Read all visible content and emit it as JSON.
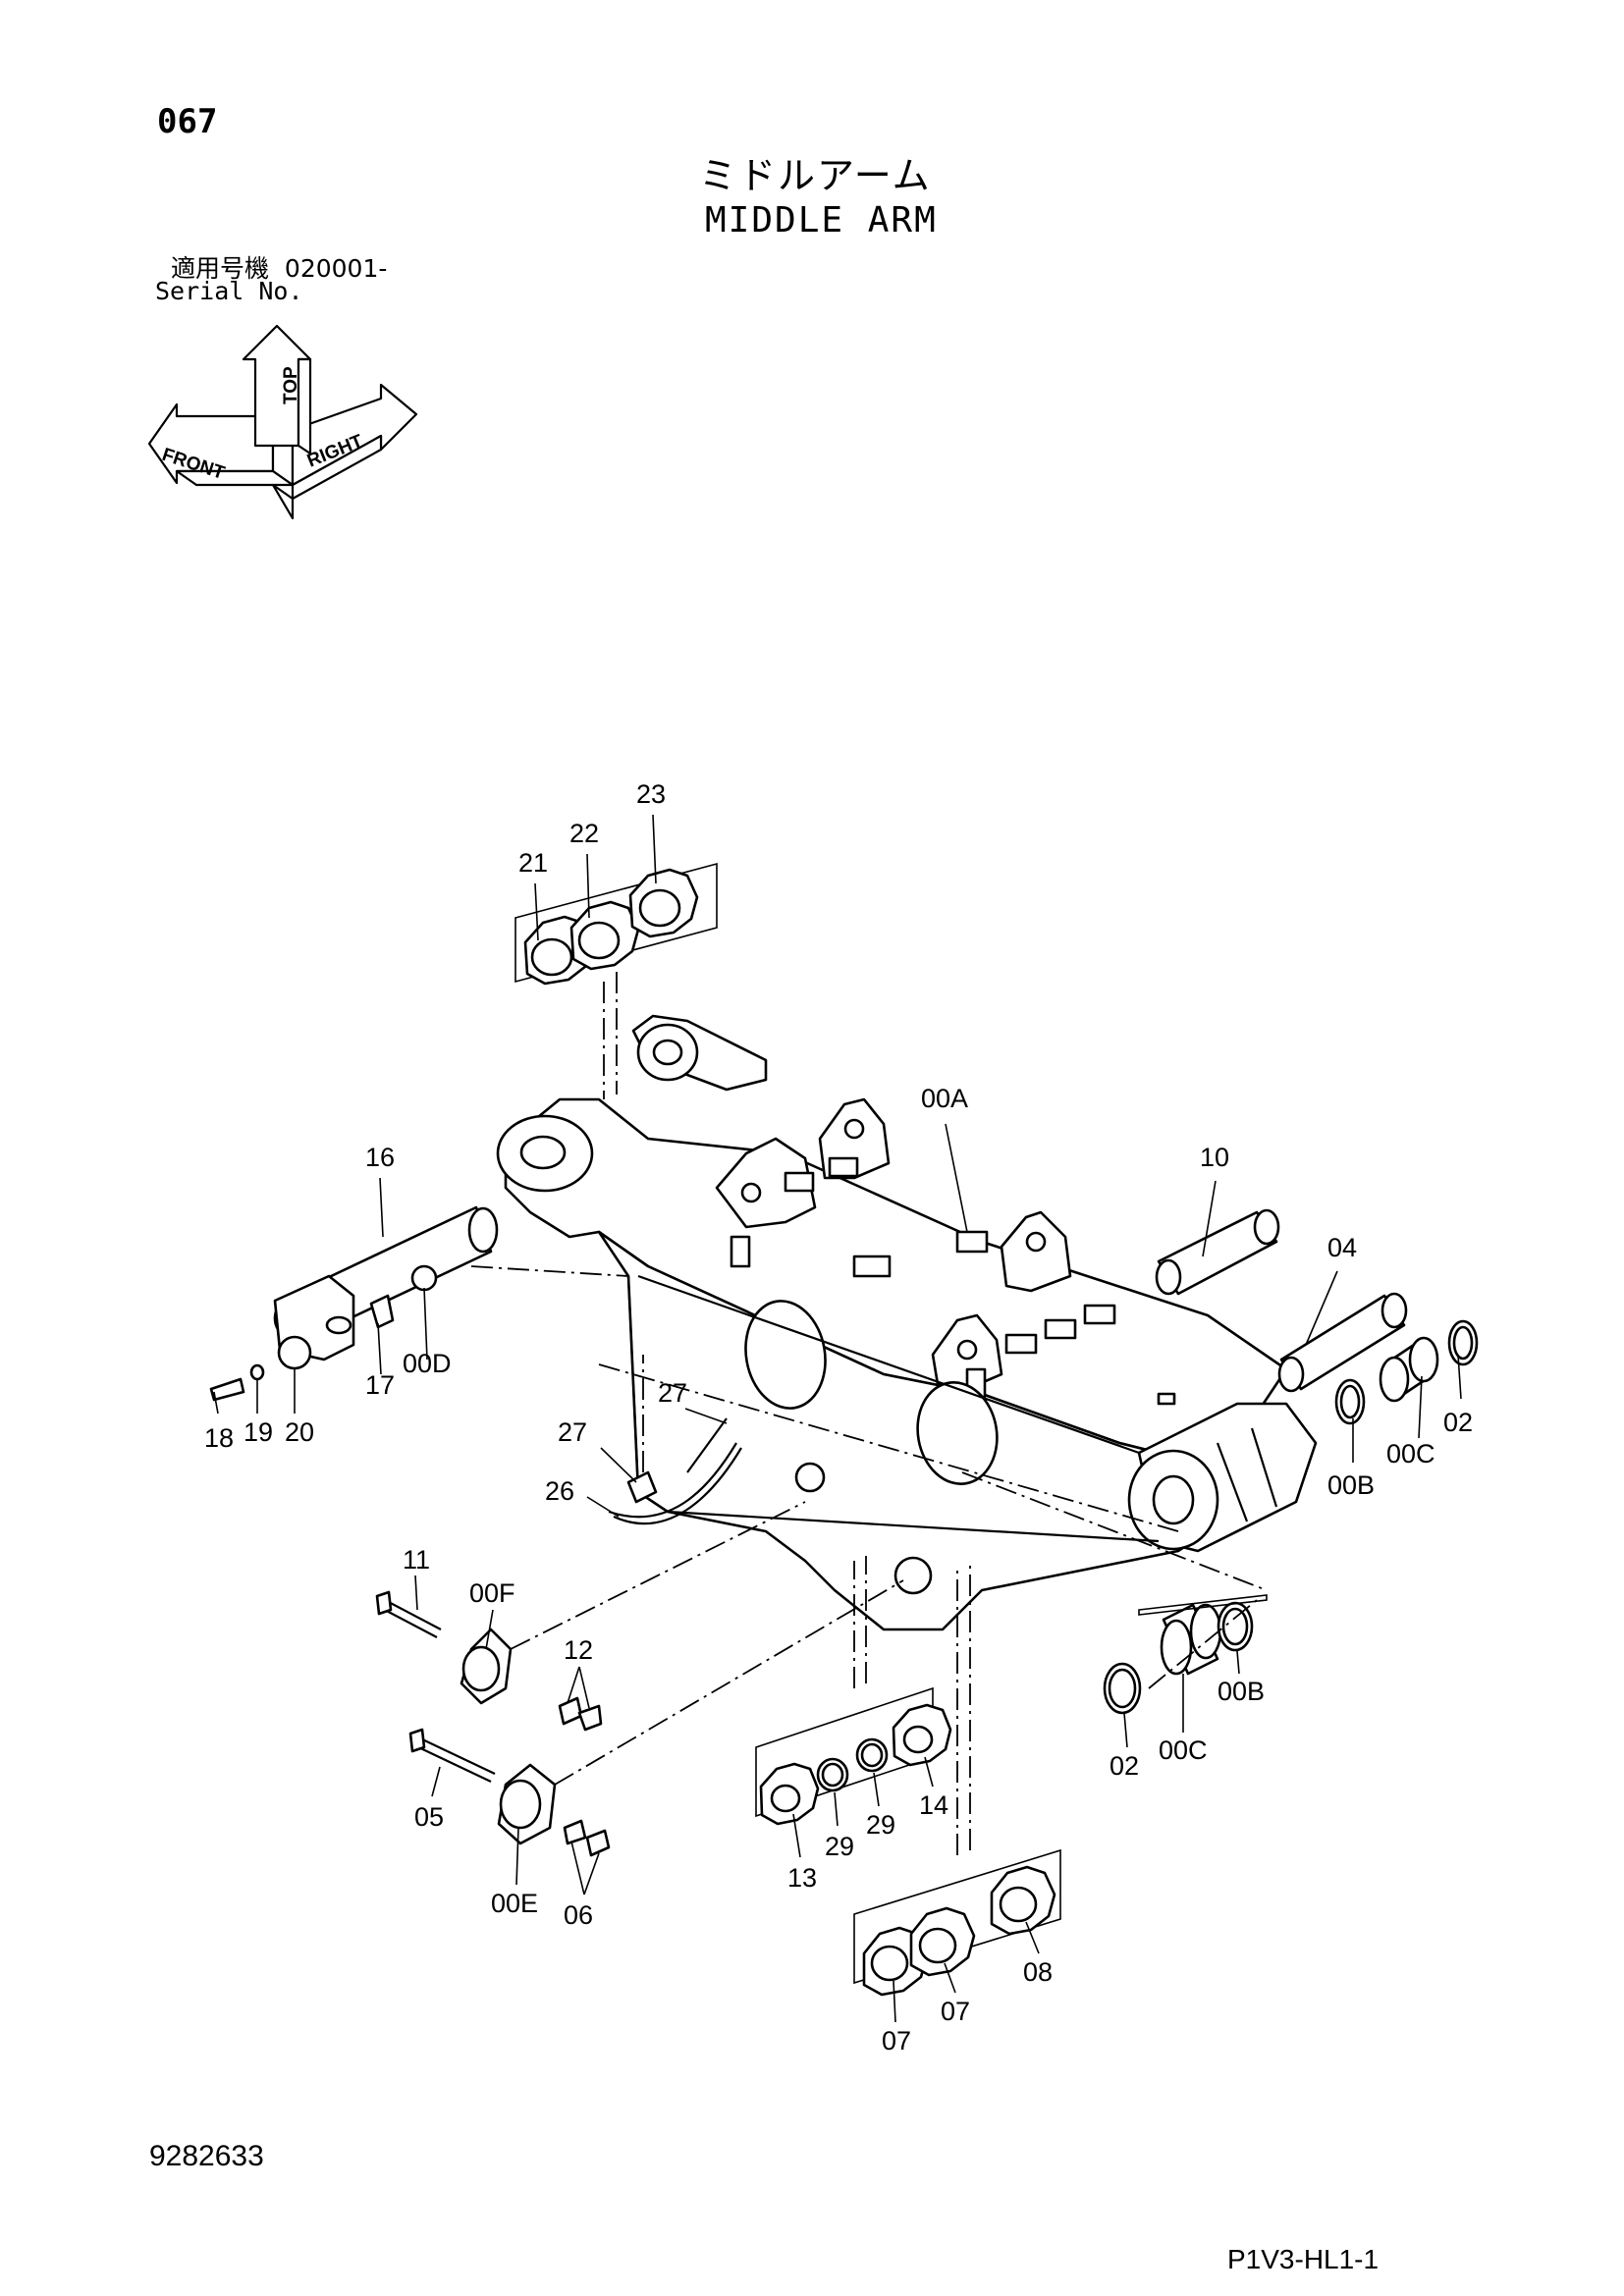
{
  "header": {
    "page_number": "067",
    "title_jp": "ミドルアーム",
    "title_en": "MIDDLE ARM",
    "serial_label_jp": "適用号機",
    "serial_range": "020001-",
    "serial_label_en": "Serial No."
  },
  "orientation": {
    "top": "TOP",
    "front": "FRONT",
    "right": "RIGHT"
  },
  "callouts": {
    "c00A": "00A",
    "c10": "10",
    "c04": "04",
    "c02a": "02",
    "c00Ca": "00C",
    "c00Ba": "00B",
    "c16": "16",
    "c00D": "00D",
    "c17": "17",
    "c18": "18",
    "c19": "19",
    "c20": "20",
    "c21": "21",
    "c22": "22",
    "c23": "23",
    "c26": "26",
    "c27a": "27",
    "c27b": "27",
    "c11": "11",
    "c00F": "00F",
    "c12": "12",
    "c05": "05",
    "c00E": "00E",
    "c06": "06",
    "c13": "13",
    "c29a": "29",
    "c29b": "29",
    "c14": "14",
    "c02b": "02",
    "c00Cb": "00C",
    "c00Bb": "00B",
    "c07a": "07",
    "c07b": "07",
    "c08": "08"
  },
  "footer": {
    "document_number": "9282633",
    "reference_code": "P1V3-HL1-1"
  }
}
